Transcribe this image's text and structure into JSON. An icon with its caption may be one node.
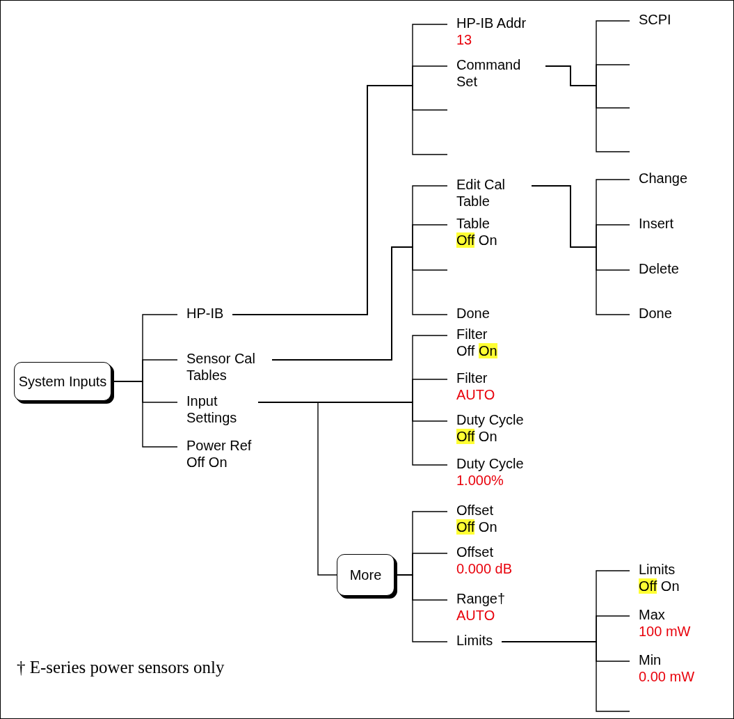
{
  "diagram": {
    "nodes": [
      {
        "text": [
          "System Inputs"
        ]
      },
      {
        "text": [
          "HP-IB"
        ]
      },
      {
        "text": [
          "Sensor Cal Tables"
        ]
      },
      {
        "text": [
          "Input Settings"
        ]
      },
      {
        "text": [
          "Power Ref",
          "Off On"
        ]
      },
      {
        "text": [
          "HP-IB Addr",
          "13"
        ]
      },
      {
        "text": [
          "Command Set"
        ]
      },
      {
        "text": [
          "SCPI"
        ]
      },
      {
        "text": [
          "Edit Cal Table"
        ]
      },
      {
        "text": [
          "Table",
          "Off On"
        ]
      },
      {
        "text": [
          "Done"
        ]
      },
      {
        "text": [
          "Change"
        ]
      },
      {
        "text": [
          "Insert"
        ]
      },
      {
        "text": [
          "Delete"
        ]
      },
      {
        "text": [
          "Done"
        ]
      },
      {
        "text": [
          "Filter",
          "Off On"
        ]
      },
      {
        "text": [
          "Filter",
          "AUTO"
        ]
      },
      {
        "text": [
          "Duty Cycle",
          "Off On"
        ]
      },
      {
        "text": [
          "Duty Cycle",
          "1.000%"
        ]
      },
      {
        "text": [
          "More"
        ]
      },
      {
        "text": [
          "Offset",
          "Off On"
        ]
      },
      {
        "text": [
          "Offset",
          "0.000 dB"
        ]
      },
      {
        "text": [
          "Range†",
          "AUTO"
        ]
      },
      {
        "text": [
          "Limits"
        ]
      },
      {
        "text": [
          "Limits",
          "Off On"
        ]
      },
      {
        "text": [
          "Max",
          "100 mW"
        ]
      },
      {
        "text": [
          "Min",
          "0.00 mW"
        ]
      }
    ],
    "edges": [
      {
        "from": 0,
        "to": 1,
        "arrow": "none"
      },
      {
        "from": 0,
        "to": 2,
        "arrow": "none"
      },
      {
        "from": 0,
        "to": 3,
        "arrow": "none"
      },
      {
        "from": 0,
        "to": 4,
        "arrow": "none"
      },
      {
        "from": 1,
        "to": 5,
        "arrow": "none"
      },
      {
        "from": 1,
        "to": 6,
        "arrow": "none"
      },
      {
        "from": 1,
        "to": null,
        "arrow": "none"
      },
      {
        "from": 1,
        "to": null,
        "arrow": "none"
      },
      {
        "from": 6,
        "to": 7,
        "arrow": "none"
      },
      {
        "from": 6,
        "to": null,
        "arrow": "none"
      },
      {
        "from": 6,
        "to": null,
        "arrow": "none"
      },
      {
        "from": 6,
        "to": null,
        "arrow": "none"
      },
      {
        "from": 2,
        "to": 8,
        "arrow": "none"
      },
      {
        "from": 2,
        "to": 9,
        "arrow": "none"
      },
      {
        "from": 2,
        "to": null,
        "arrow": "none"
      },
      {
        "from": 2,
        "to": 10,
        "arrow": "none"
      },
      {
        "from": 8,
        "to": 11,
        "arrow": "none"
      },
      {
        "from": 8,
        "to": 12,
        "arrow": "none"
      },
      {
        "from": 8,
        "to": 13,
        "arrow": "none"
      },
      {
        "from": 8,
        "to": 14,
        "arrow": "none"
      },
      {
        "from": 3,
        "to": 15,
        "arrow": "none"
      },
      {
        "from": 3,
        "to": 16,
        "arrow": "none"
      },
      {
        "from": 3,
        "to": 17,
        "arrow": "none"
      },
      {
        "from": 3,
        "to": 18,
        "arrow": "none"
      },
      {
        "from": 3,
        "to": 19,
        "arrow": "none"
      },
      {
        "from": 19,
        "to": 20,
        "arrow": "none"
      },
      {
        "from": 19,
        "to": 21,
        "arrow": "none"
      },
      {
        "from": 19,
        "to": 22,
        "arrow": "none"
      },
      {
        "from": 19,
        "to": 23,
        "arrow": "none"
      },
      {
        "from": 23,
        "to": 24,
        "arrow": "none"
      },
      {
        "from": 23,
        "to": 25,
        "arrow": "none"
      },
      {
        "from": 23,
        "to": 26,
        "arrow": "none"
      },
      {
        "from": 23,
        "to": null,
        "arrow": "none"
      }
    ],
    "labels": [
      "† E-series power sensors only"
    ]
  }
}
